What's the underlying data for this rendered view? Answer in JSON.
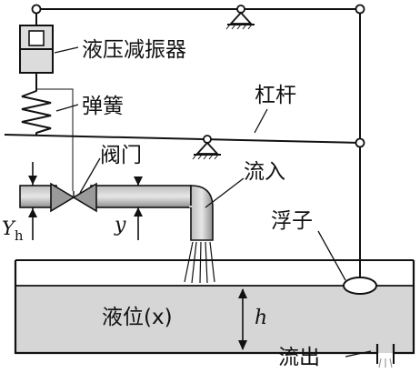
{
  "labels": {
    "damper": "液压减振器",
    "spring": "弹簧",
    "lever": "杠杆",
    "valve": "阀门",
    "inflow": "流入",
    "float": "浮子",
    "level": "液位(x)",
    "outflow": "流出",
    "valve_disp_main": "Y",
    "valve_disp_sub": "h",
    "inflow_disp": "y",
    "height": "h"
  },
  "colors": {
    "line": "#111111",
    "liquid": "#d6d6d6",
    "pipe": "#9a9a9a",
    "pipe_light": "#cfcfcf",
    "damper_fill": "#dcdcdc"
  }
}
